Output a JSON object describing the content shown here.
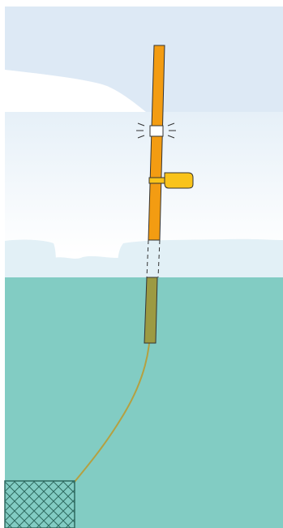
{
  "colors": {
    "page_background": "#ffffff",
    "sky": "#dde9f5",
    "ice_cliff": "#ffffff",
    "fog_gradient_top": "#e6f0f8",
    "fog_gradient_bottom": "#ffffff",
    "ice_floe": "#e2f0f6",
    "water": "#82ccc3",
    "pole_orange": "#f39c12",
    "pole_submerged": "#9c9a42",
    "beacon_light": "#ffffff",
    "flag": "#f9c31a",
    "line": "#b5a040",
    "net_box": "#82ccc3",
    "net_mesh": "#2e6a60",
    "outline": "#333333"
  },
  "icons": [
    "ice-cliff",
    "buoy-pole",
    "beacon-light",
    "flag",
    "ice-floe",
    "mooring-line",
    "fishing-net"
  ]
}
